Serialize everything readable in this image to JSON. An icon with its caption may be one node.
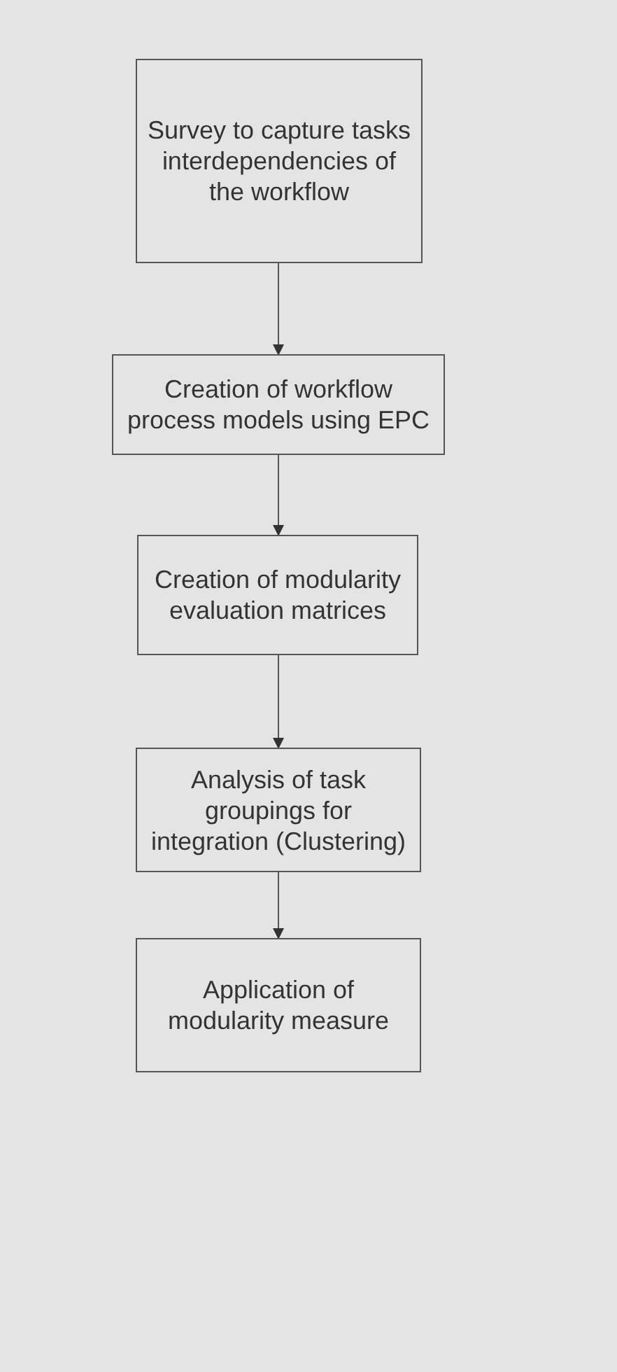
{
  "diagram": {
    "nodes": [
      {
        "text": [
          "Survey to capture tasks interdependencies of the workflow"
        ]
      },
      {
        "text": [
          "Creation of workflow process models using EPC"
        ]
      },
      {
        "text": [
          "Creation of modularity evaluation matrices"
        ]
      },
      {
        "text": [
          "Analysis of task groupings for integration (Clustering)"
        ]
      },
      {
        "text": [
          "Application of modularity measure"
        ]
      }
    ],
    "edges": [
      {
        "from": 0,
        "to": 1,
        "arrow": "to"
      },
      {
        "from": 1,
        "to": 2,
        "arrow": "to"
      },
      {
        "from": 2,
        "to": 3,
        "arrow": "to"
      },
      {
        "from": 3,
        "to": 4,
        "arrow": "to"
      }
    ]
  }
}
